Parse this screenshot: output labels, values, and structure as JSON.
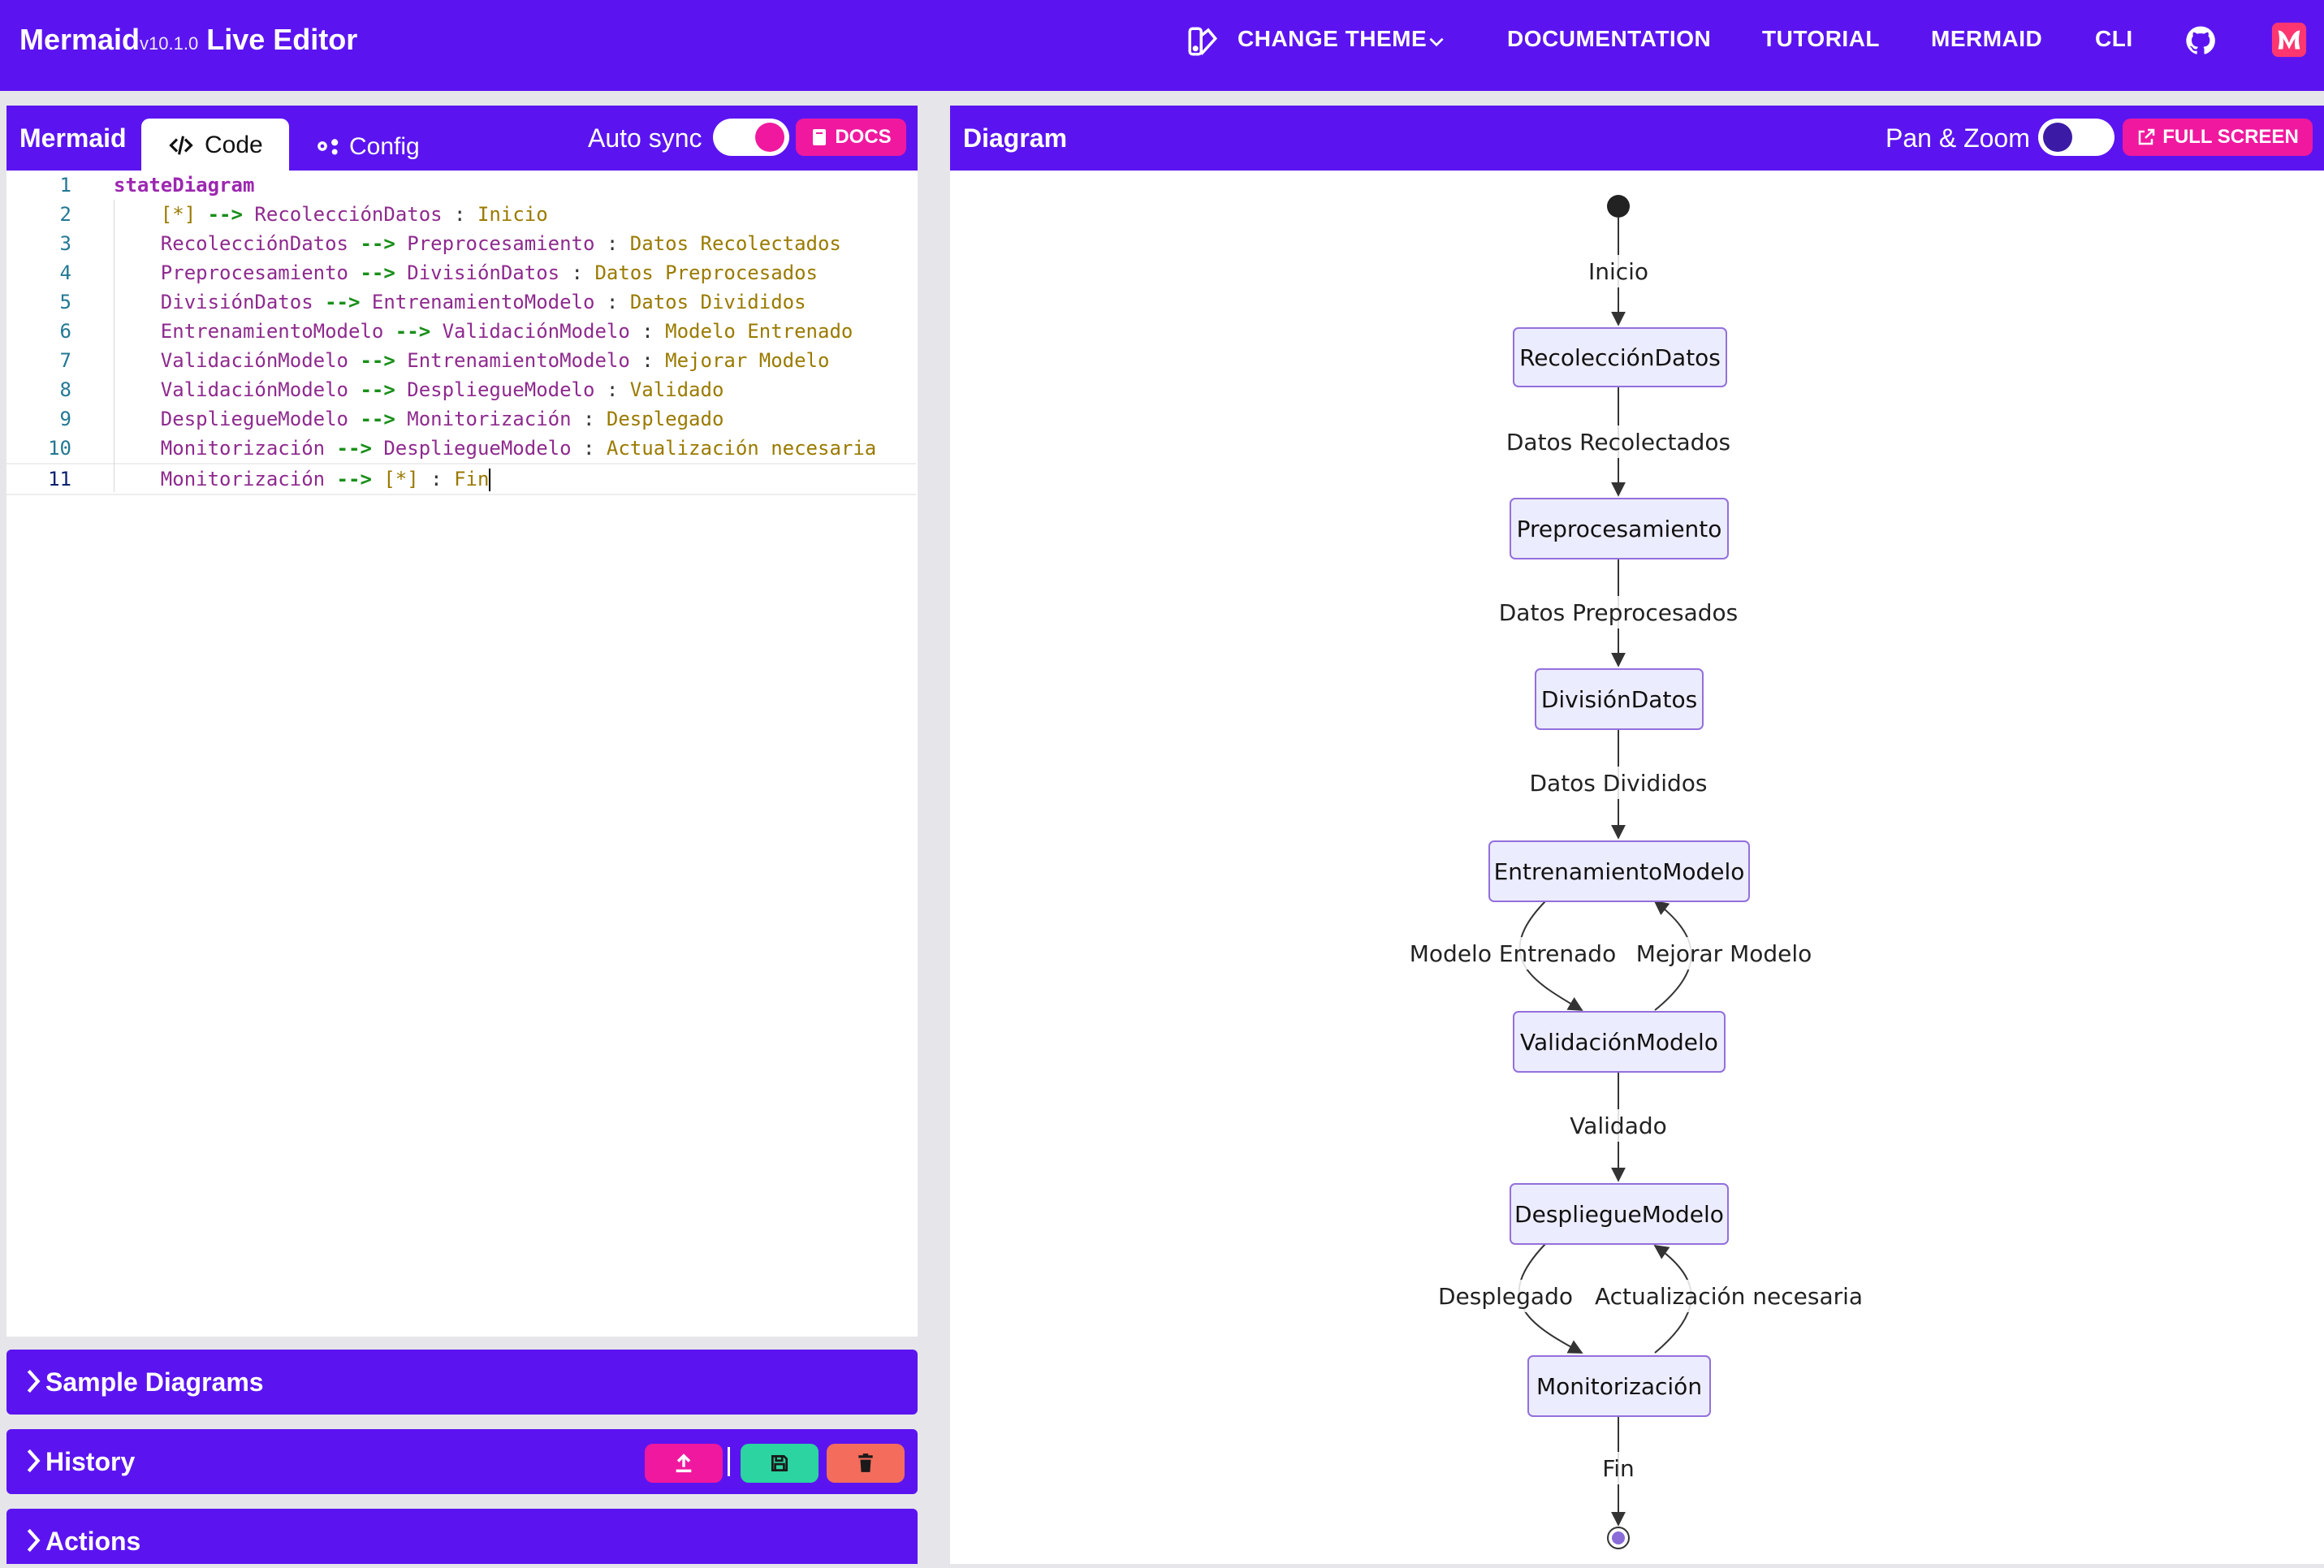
{
  "navbar": {
    "brand": "Mermaid",
    "version": "v10.1.0",
    "title": "Live Editor",
    "items": {
      "theme": "CHANGE THEME",
      "docs": "DOCUMENTATION",
      "tutorial": "TUTORIAL",
      "mermaid": "MERMAID",
      "cli": "CLI"
    },
    "icons": [
      "theme-icon",
      "chevron-down-icon",
      "github-icon",
      "mermaid-logo-icon"
    ]
  },
  "editor": {
    "header_title": "Mermaid",
    "tabs": {
      "code": "Code",
      "config": "Config"
    },
    "auto_sync_label": "Auto sync",
    "auto_sync_on": true,
    "docs_button": "DOCS",
    "lines": [
      {
        "n": "1",
        "parts": [
          [
            "kw",
            "stateDiagram"
          ]
        ]
      },
      {
        "n": "2",
        "parts": [
          [
            "co",
            "    "
          ],
          [
            "sp",
            "[*]"
          ],
          [
            "co",
            " "
          ],
          [
            "ar",
            "-->"
          ],
          [
            "co",
            " "
          ],
          [
            "st",
            "RecolecciónDatos"
          ],
          [
            "co",
            " : "
          ],
          [
            "lb",
            "Inicio"
          ]
        ]
      },
      {
        "n": "3",
        "parts": [
          [
            "co",
            "    "
          ],
          [
            "st",
            "RecolecciónDatos"
          ],
          [
            "co",
            " "
          ],
          [
            "ar",
            "-->"
          ],
          [
            "co",
            " "
          ],
          [
            "st",
            "Preprocesamiento"
          ],
          [
            "co",
            " : "
          ],
          [
            "lb",
            "Datos Recolectados"
          ]
        ]
      },
      {
        "n": "4",
        "parts": [
          [
            "co",
            "    "
          ],
          [
            "st",
            "Preprocesamiento"
          ],
          [
            "co",
            " "
          ],
          [
            "ar",
            "-->"
          ],
          [
            "co",
            " "
          ],
          [
            "st",
            "DivisiónDatos"
          ],
          [
            "co",
            " : "
          ],
          [
            "lb",
            "Datos Preprocesados"
          ]
        ]
      },
      {
        "n": "5",
        "parts": [
          [
            "co",
            "    "
          ],
          [
            "st",
            "DivisiónDatos"
          ],
          [
            "co",
            " "
          ],
          [
            "ar",
            "-->"
          ],
          [
            "co",
            " "
          ],
          [
            "st",
            "EntrenamientoModelo"
          ],
          [
            "co",
            " : "
          ],
          [
            "lb",
            "Datos Divididos"
          ]
        ]
      },
      {
        "n": "6",
        "parts": [
          [
            "co",
            "    "
          ],
          [
            "st",
            "EntrenamientoModelo"
          ],
          [
            "co",
            " "
          ],
          [
            "ar",
            "-->"
          ],
          [
            "co",
            " "
          ],
          [
            "st",
            "ValidaciónModelo"
          ],
          [
            "co",
            " : "
          ],
          [
            "lb",
            "Modelo Entrenado"
          ]
        ]
      },
      {
        "n": "7",
        "parts": [
          [
            "co",
            "    "
          ],
          [
            "st",
            "ValidaciónModelo"
          ],
          [
            "co",
            " "
          ],
          [
            "ar",
            "-->"
          ],
          [
            "co",
            " "
          ],
          [
            "st",
            "EntrenamientoModelo"
          ],
          [
            "co",
            " : "
          ],
          [
            "lb",
            "Mejorar Modelo"
          ]
        ]
      },
      {
        "n": "8",
        "parts": [
          [
            "co",
            "    "
          ],
          [
            "st",
            "ValidaciónModelo"
          ],
          [
            "co",
            " "
          ],
          [
            "ar",
            "-->"
          ],
          [
            "co",
            " "
          ],
          [
            "st",
            "DespliegueModelo"
          ],
          [
            "co",
            " : "
          ],
          [
            "lb",
            "Validado"
          ]
        ]
      },
      {
        "n": "9",
        "parts": [
          [
            "co",
            "    "
          ],
          [
            "st",
            "DespliegueModelo"
          ],
          [
            "co",
            " "
          ],
          [
            "ar",
            "-->"
          ],
          [
            "co",
            " "
          ],
          [
            "st",
            "Monitorización"
          ],
          [
            "co",
            " : "
          ],
          [
            "lb",
            "Desplegado"
          ]
        ]
      },
      {
        "n": "10",
        "parts": [
          [
            "co",
            "    "
          ],
          [
            "st",
            "Monitorización"
          ],
          [
            "co",
            " "
          ],
          [
            "ar",
            "-->"
          ],
          [
            "co",
            " "
          ],
          [
            "st",
            "DespliegueModelo"
          ],
          [
            "co",
            " : "
          ],
          [
            "lb",
            "Actualización necesaria"
          ]
        ]
      },
      {
        "n": "11",
        "parts": [
          [
            "co",
            "    "
          ],
          [
            "st",
            "Monitorización"
          ],
          [
            "co",
            " "
          ],
          [
            "ar",
            "-->"
          ],
          [
            "co",
            " "
          ],
          [
            "sp",
            "[*]"
          ],
          [
            "co",
            " : "
          ],
          [
            "lb",
            "Fin"
          ]
        ]
      }
    ]
  },
  "accordions": {
    "samples": "Sample Diagrams",
    "history": "History",
    "actions": "Actions"
  },
  "diagram_panel": {
    "header_title": "Diagram",
    "pan_zoom_label": "Pan & Zoom",
    "pan_zoom_on": false,
    "fullscreen_button": "FULL SCREEN"
  },
  "diagram": {
    "states": [
      "RecolecciónDatos",
      "Preprocesamiento",
      "DivisiónDatos",
      "EntrenamientoModelo",
      "ValidaciónModelo",
      "DespliegueModelo",
      "Monitorización"
    ],
    "edge_labels": [
      "Inicio",
      "Datos Recolectados",
      "Datos Preprocesados",
      "Datos Divididos",
      "Modelo Entrenado",
      "Mejorar Modelo",
      "Validado",
      "Desplegado",
      "Actualización necesaria",
      "Fin"
    ]
  },
  "colors": {
    "primary": "#5b14f0",
    "accent_pink": "#f0189e",
    "save_green": "#2bd4a0",
    "delete_red": "#f36c5c",
    "node_fill": "#ececff",
    "node_stroke": "#9370db"
  }
}
